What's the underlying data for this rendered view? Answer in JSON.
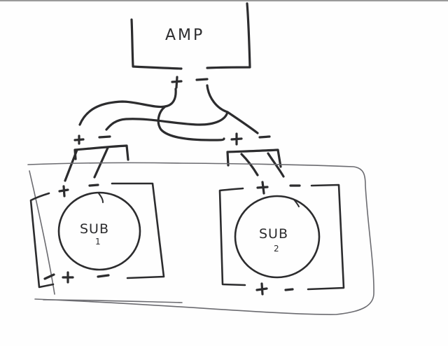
{
  "diagram": {
    "type": "hand-drawn wiring diagram",
    "ink_color": "#2c2c2e",
    "paper_color": "#fefefe",
    "amplifier": {
      "label": "AMP",
      "terminals": {
        "positive": "+",
        "negative": "−"
      }
    },
    "enclosure": {
      "description": "shared subwoofer box outline"
    },
    "terminal_cups": [
      {
        "id": "left-cup",
        "positive": "+",
        "negative": "−"
      },
      {
        "id": "right-cup",
        "positive": "+",
        "negative": "−"
      }
    ],
    "subwoofers": [
      {
        "name": "SUB",
        "number": "1",
        "top_terminals": {
          "positive": "+",
          "negative": "−"
        },
        "bottom_terminals": {
          "positive": "+",
          "negative": "−"
        }
      },
      {
        "name": "SUB",
        "number": "2",
        "top_terminals": {
          "positive": "+",
          "negative": "−"
        },
        "bottom_terminals": {
          "positive": "+",
          "negative": "−"
        }
      }
    ],
    "connections": [
      {
        "from": "AMP +",
        "to": "left-cup +"
      },
      {
        "from": "AMP +",
        "to": "right-cup +"
      },
      {
        "from": "AMP −",
        "to": "left-cup −"
      },
      {
        "from": "AMP −",
        "to": "right-cup −"
      },
      {
        "from": "left-cup +",
        "to": "SUB 1 top +"
      },
      {
        "from": "left-cup −",
        "to": "SUB 1 top −"
      },
      {
        "from": "right-cup +",
        "to": "SUB 2 top +"
      },
      {
        "from": "right-cup −",
        "to": "SUB 2 top −"
      }
    ]
  }
}
